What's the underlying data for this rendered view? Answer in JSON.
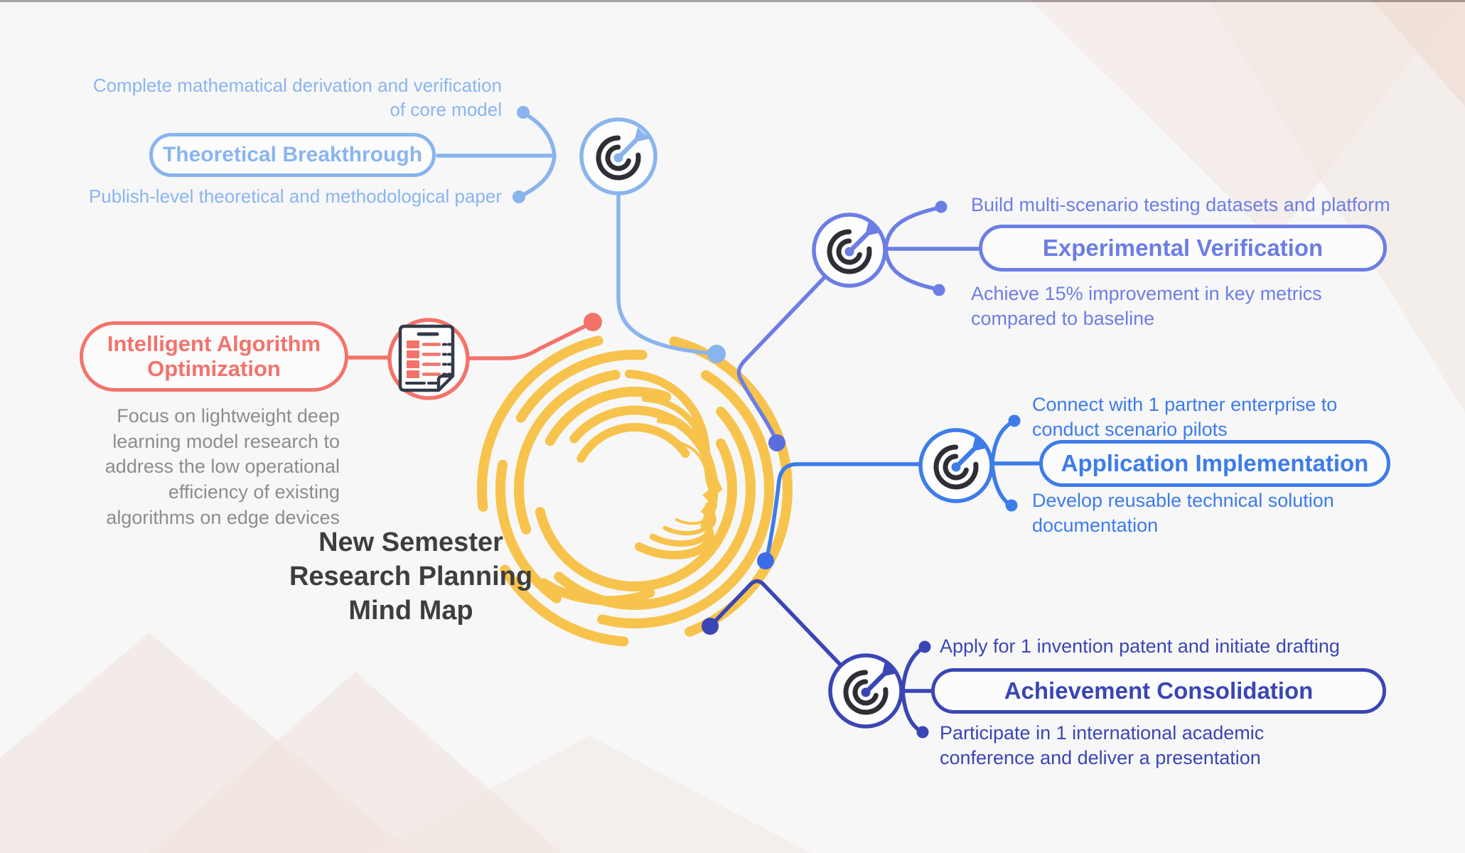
{
  "title": {
    "text": "New Semester\nResearch Planning\nMind Map"
  },
  "center": {
    "icon": "head-profile-rings-icon",
    "color": "#f7c34c"
  },
  "palette": {
    "background": "#f7f7f8",
    "theoretical": "#89b4ee",
    "algorithm": "#f3736b",
    "experimental": "#6c7ee4",
    "application": "#3d7ce9",
    "achievement": "#3a46b4",
    "center_yellow": "#f7c34c",
    "title_text": "#3e3e3e",
    "description_gray": "#8d8d8d"
  },
  "branches": [
    {
      "id": "theoretical-breakthrough",
      "label": "Theoretical Breakthrough",
      "color": "#89b4ee",
      "node_icon": "target-icon",
      "items": [
        "Complete mathematical derivation and verification\nof core model",
        "Publish-level theoretical and methodological paper"
      ]
    },
    {
      "id": "intelligent-algorithm-optimization",
      "label": "Intelligent Algorithm\nOptimization",
      "color": "#f3736b",
      "node_icon": "document-list-icon",
      "description": "Focus on lightweight deep\nlearning model research to\naddress the low operational\nefficiency of existing\nalgorithms on edge devices"
    },
    {
      "id": "experimental-verification",
      "label": "Experimental Verification",
      "color": "#6c7ee4",
      "node_icon": "target-icon",
      "items": [
        "Build multi-scenario testing datasets and platform",
        "Achieve 15% improvement in key metrics\ncompared to baseline"
      ]
    },
    {
      "id": "application-implementation",
      "label": "Application Implementation",
      "color": "#3d7ce9",
      "node_icon": "target-icon",
      "items": [
        "Connect with 1 partner enterprise to\nconduct scenario pilots",
        "Develop reusable technical solution\ndocumentation"
      ]
    },
    {
      "id": "achievement-consolidation",
      "label": "Achievement Consolidation",
      "color": "#3a46b4",
      "node_icon": "target-icon",
      "items": [
        "Apply for 1 invention patent and initiate drafting",
        "Participate in 1 international academic\nconference and deliver a presentation"
      ]
    }
  ]
}
